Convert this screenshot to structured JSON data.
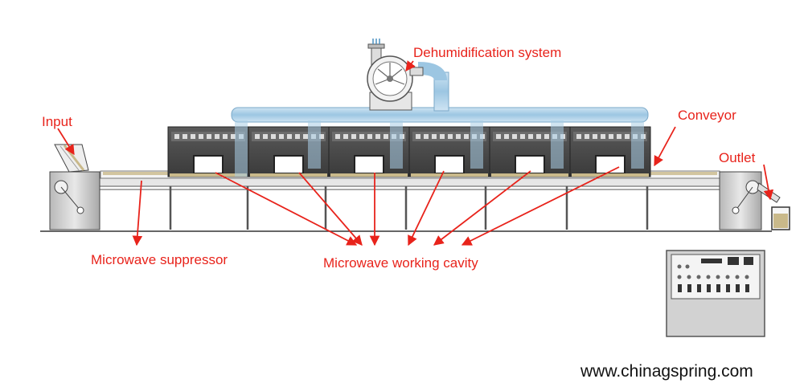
{
  "labels": {
    "input": "Input",
    "dehumidification": "Dehumidification system",
    "conveyor": "Conveyor",
    "outlet": "Outlet",
    "suppressor": "Microwave suppressor",
    "cavity": "Microwave working cavity"
  },
  "watermark": "www.chinagspring.com",
  "colors": {
    "annotation": "#e8231b",
    "machine_body": "#4a4a4a",
    "duct": "#a9cde6",
    "belt_product": "#c9b98a"
  },
  "counts": {
    "cavities": 6
  }
}
